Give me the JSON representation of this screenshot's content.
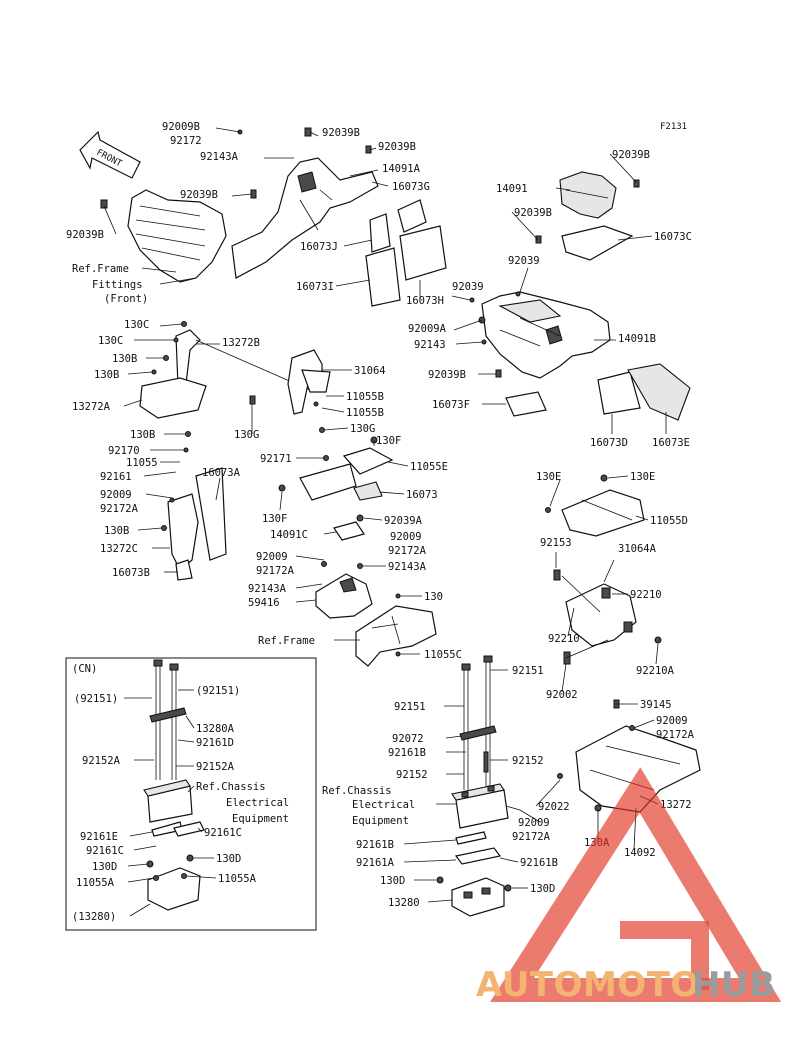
{
  "diagram_id": "F2131",
  "front_arrow": "FRONT",
  "inset_title": "(CN)",
  "labels": [
    {
      "id": "l1",
      "text": "92009B"
    },
    {
      "id": "l2",
      "text": "92172"
    },
    {
      "id": "l3",
      "text": "92039B"
    },
    {
      "id": "l4",
      "text": "92039B"
    },
    {
      "id": "l5",
      "text": "92143A"
    },
    {
      "id": "l6",
      "text": "14091A"
    },
    {
      "id": "l7",
      "text": "92039B"
    },
    {
      "id": "l8",
      "text": "16073G"
    },
    {
      "id": "l9",
      "text": "92039B"
    },
    {
      "id": "l10",
      "text": "Ref.Frame"
    },
    {
      "id": "l11",
      "text": "Fittings"
    },
    {
      "id": "l12",
      "text": "(Front)"
    },
    {
      "id": "l13",
      "text": "16073J"
    },
    {
      "id": "l14",
      "text": "16073I"
    },
    {
      "id": "l15",
      "text": "16073H"
    },
    {
      "id": "l16",
      "text": "92039B"
    },
    {
      "id": "l17",
      "text": "14091"
    },
    {
      "id": "l18",
      "text": "92039B"
    },
    {
      "id": "l19",
      "text": "16073C"
    },
    {
      "id": "l20",
      "text": "92039"
    },
    {
      "id": "l21",
      "text": "92039"
    },
    {
      "id": "l22",
      "text": "92009A"
    },
    {
      "id": "l23",
      "text": "92143"
    },
    {
      "id": "l24",
      "text": "14091B"
    },
    {
      "id": "l25",
      "text": "92039B"
    },
    {
      "id": "l26",
      "text": "16073F"
    },
    {
      "id": "l27",
      "text": "16073D"
    },
    {
      "id": "l28",
      "text": "16073E"
    },
    {
      "id": "l29",
      "text": "130C"
    },
    {
      "id": "l30",
      "text": "130C"
    },
    {
      "id": "l31",
      "text": "13272B"
    },
    {
      "id": "l32",
      "text": "130B"
    },
    {
      "id": "l33",
      "text": "130B"
    },
    {
      "id": "l34",
      "text": "13272A"
    },
    {
      "id": "l35",
      "text": "31064"
    },
    {
      "id": "l36",
      "text": "11055B"
    },
    {
      "id": "l37",
      "text": "11055B"
    },
    {
      "id": "l38",
      "text": "130G"
    },
    {
      "id": "l39",
      "text": "130G"
    },
    {
      "id": "l40",
      "text": "130B"
    },
    {
      "id": "l41",
      "text": "92170"
    },
    {
      "id": "l42",
      "text": "11055"
    },
    {
      "id": "l43",
      "text": "92161"
    },
    {
      "id": "l44",
      "text": "92009"
    },
    {
      "id": "l45",
      "text": "92172A"
    },
    {
      "id": "l46",
      "text": "130B"
    },
    {
      "id": "l47",
      "text": "13272C"
    },
    {
      "id": "l48",
      "text": "16073B"
    },
    {
      "id": "l49",
      "text": "16073A"
    },
    {
      "id": "l50",
      "text": "130F"
    },
    {
      "id": "l51",
      "text": "92171"
    },
    {
      "id": "l52",
      "text": "11055E"
    },
    {
      "id": "l53",
      "text": "16073"
    },
    {
      "id": "l54",
      "text": "130F"
    },
    {
      "id": "l55",
      "text": "92039A"
    },
    {
      "id": "l56",
      "text": "14091C"
    },
    {
      "id": "l57",
      "text": "92009"
    },
    {
      "id": "l58",
      "text": "92172A"
    },
    {
      "id": "l59",
      "text": "92009"
    },
    {
      "id": "l60",
      "text": "92172A"
    },
    {
      "id": "l61",
      "text": "92143A"
    },
    {
      "id": "l62",
      "text": "92143A"
    },
    {
      "id": "l63",
      "text": "59416"
    },
    {
      "id": "l64",
      "text": "130"
    },
    {
      "id": "l65",
      "text": "Ref.Frame"
    },
    {
      "id": "l66",
      "text": "11055C"
    },
    {
      "id": "l67",
      "text": "130E"
    },
    {
      "id": "l68",
      "text": "130E"
    },
    {
      "id": "l69",
      "text": "11055D"
    },
    {
      "id": "l70",
      "text": "92153"
    },
    {
      "id": "l71",
      "text": "31064A"
    },
    {
      "id": "l72",
      "text": "92210"
    },
    {
      "id": "l73",
      "text": "92210"
    },
    {
      "id": "l74",
      "text": "92210A"
    },
    {
      "id": "l75",
      "text": "92002"
    },
    {
      "id": "l76",
      "text": "92151"
    },
    {
      "id": "l77",
      "text": "92151"
    },
    {
      "id": "l78",
      "text": "92072"
    },
    {
      "id": "l79",
      "text": "92161B"
    },
    {
      "id": "l80",
      "text": "92152"
    },
    {
      "id": "l81",
      "text": "92152"
    },
    {
      "id": "l82",
      "text": "Ref.Chassis"
    },
    {
      "id": "l83",
      "text": "Electrical"
    },
    {
      "id": "l84",
      "text": "Equipment"
    },
    {
      "id": "l85",
      "text": "92009"
    },
    {
      "id": "l86",
      "text": "92172A"
    },
    {
      "id": "l87",
      "text": "92022"
    },
    {
      "id": "l88",
      "text": "39145"
    },
    {
      "id": "l89",
      "text": "92009"
    },
    {
      "id": "l90",
      "text": "92172A"
    },
    {
      "id": "l91",
      "text": "13272"
    },
    {
      "id": "l92",
      "text": "130A"
    },
    {
      "id": "l93",
      "text": "14092"
    },
    {
      "id": "l94",
      "text": "92161B"
    },
    {
      "id": "l95",
      "text": "92161A"
    },
    {
      "id": "l96",
      "text": "92161B"
    },
    {
      "id": "l97",
      "text": "130D"
    },
    {
      "id": "l98",
      "text": "130D"
    },
    {
      "id": "l99",
      "text": "13280"
    },
    {
      "id": "l100",
      "text": "(92151)"
    },
    {
      "id": "l101",
      "text": "(92151)"
    },
    {
      "id": "l102",
      "text": "13280A"
    },
    {
      "id": "l103",
      "text": "92161D"
    },
    {
      "id": "l104",
      "text": "92152A"
    },
    {
      "id": "l105",
      "text": "92152A"
    },
    {
      "id": "l106",
      "text": "Ref.Chassis"
    },
    {
      "id": "l107",
      "text": "Electrical"
    },
    {
      "id": "l108",
      "text": "Equipment"
    },
    {
      "id": "l109",
      "text": "92161E"
    },
    {
      "id": "l110",
      "text": "92161C"
    },
    {
      "id": "l111",
      "text": "92161C"
    },
    {
      "id": "l112",
      "text": "130D"
    },
    {
      "id": "l113",
      "text": "130D"
    },
    {
      "id": "l114",
      "text": "11055A"
    },
    {
      "id": "l115",
      "text": "11055A"
    },
    {
      "id": "l116",
      "text": "(13280)"
    }
  ],
  "watermark": {
    "text_part1": "AUTOMOTO",
    "text_part2": "HUB",
    "color_orange": "#f2a65a",
    "color_gray": "#8a8a8a",
    "color_red": "#e0301e"
  }
}
